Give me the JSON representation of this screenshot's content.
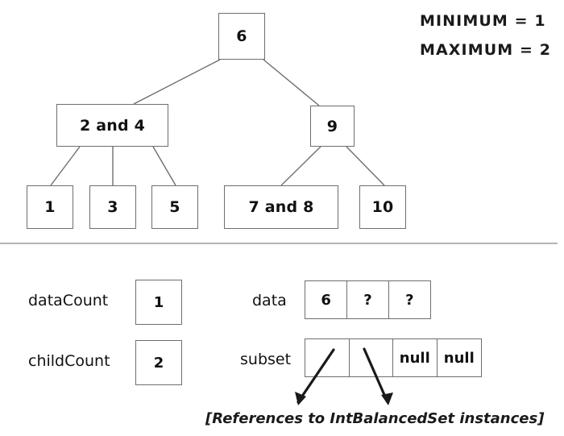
{
  "legend": {
    "minimum": "MINIMUM = 1",
    "maximum": "MAXIMUM = 2"
  },
  "tree": {
    "root": {
      "label": "6"
    },
    "level2": [
      {
        "label": "2 and 4"
      },
      {
        "label": "9"
      }
    ],
    "leaves": [
      {
        "label": "1"
      },
      {
        "label": "3"
      },
      {
        "label": "5"
      },
      {
        "label": "7 and 8"
      },
      {
        "label": "10"
      }
    ]
  },
  "fields": {
    "dataCount": {
      "label": "dataCount",
      "value": "1"
    },
    "childCount": {
      "label": "childCount",
      "value": "2"
    },
    "data": {
      "label": "data",
      "cells": [
        "6",
        "?",
        "?"
      ]
    },
    "subset": {
      "label": "subset",
      "cells": [
        "",
        "",
        "null",
        "null"
      ]
    }
  },
  "caption": "[References to IntBalancedSet instances]",
  "colors": {
    "stroke": "#6e6e6e",
    "text": "#111111",
    "divider": "#b4b4b4",
    "arrow": "#1a1a1a"
  },
  "chart_data": {
    "type": "diagram",
    "title": "B-tree node illustration",
    "nodes": [
      {
        "id": "root",
        "label": "6",
        "level": 0
      },
      {
        "id": "n24",
        "label": "2 and 4",
        "level": 1
      },
      {
        "id": "n9",
        "label": "9",
        "level": 1
      },
      {
        "id": "l1",
        "label": "1",
        "level": 2
      },
      {
        "id": "l3",
        "label": "3",
        "level": 2
      },
      {
        "id": "l5",
        "label": "5",
        "level": 2
      },
      {
        "id": "l78",
        "label": "7 and 8",
        "level": 2
      },
      {
        "id": "l10",
        "label": "10",
        "level": 2
      }
    ],
    "edges": [
      {
        "from": "root",
        "to": "n24"
      },
      {
        "from": "root",
        "to": "n9"
      },
      {
        "from": "n24",
        "to": "l1"
      },
      {
        "from": "n24",
        "to": "l3"
      },
      {
        "from": "n24",
        "to": "l5"
      },
      {
        "from": "n9",
        "to": "l78"
      },
      {
        "from": "n9",
        "to": "l10"
      }
    ]
  }
}
